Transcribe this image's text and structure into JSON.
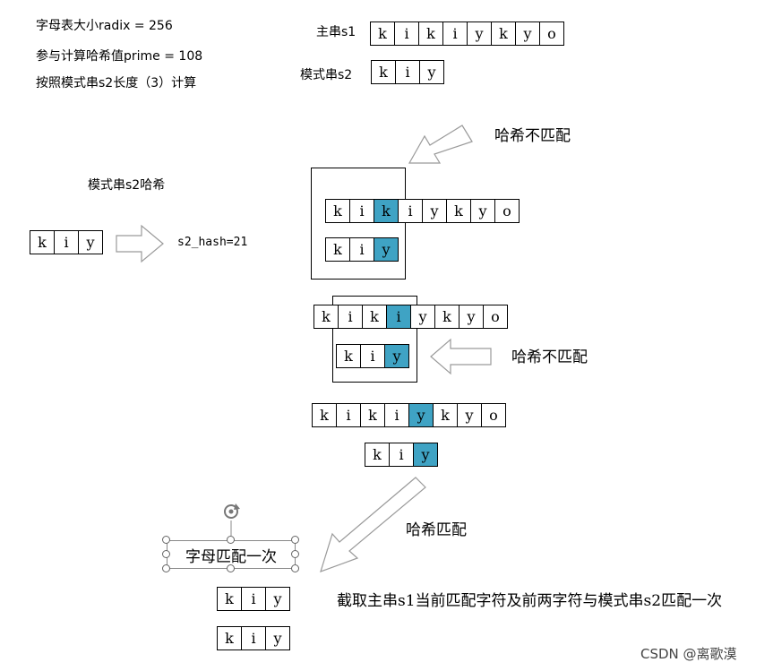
{
  "notes": {
    "radix": "字母表大小radix = 256",
    "prime": "参与计算哈希值prime = 108",
    "compute": "按照模式串s2长度（3）计算"
  },
  "labels": {
    "main_string": "主串s1",
    "pattern_string": "模式串s2",
    "pattern_hash_title": "模式串s2哈希",
    "hash_value": "s2_hash=21",
    "mismatch_1": "哈希不匹配",
    "mismatch_2": "哈希不匹配",
    "match": "哈希匹配",
    "char_match_once": "字母匹配一次",
    "char_match_desc": "截取主串s1当前匹配字符及前两字符与模式串s2匹配一次"
  },
  "s1": [
    "k",
    "i",
    "k",
    "i",
    "y",
    "k",
    "y",
    "o"
  ],
  "s2": [
    "k",
    "i",
    "y"
  ],
  "steps": [
    {
      "highlight_s1": 2,
      "highlight_s2": 2,
      "result": "mismatch"
    },
    {
      "highlight_s1": 3,
      "highlight_s2": 2,
      "result": "mismatch"
    },
    {
      "highlight_s1": 4,
      "highlight_s2": 2,
      "result": "match"
    }
  ],
  "colors": {
    "highlight": "#3fa3c4",
    "arrow_fill": "#ffffff",
    "arrow_stroke": "#9a9a9a"
  },
  "watermark": "CSDN @离歌漠"
}
